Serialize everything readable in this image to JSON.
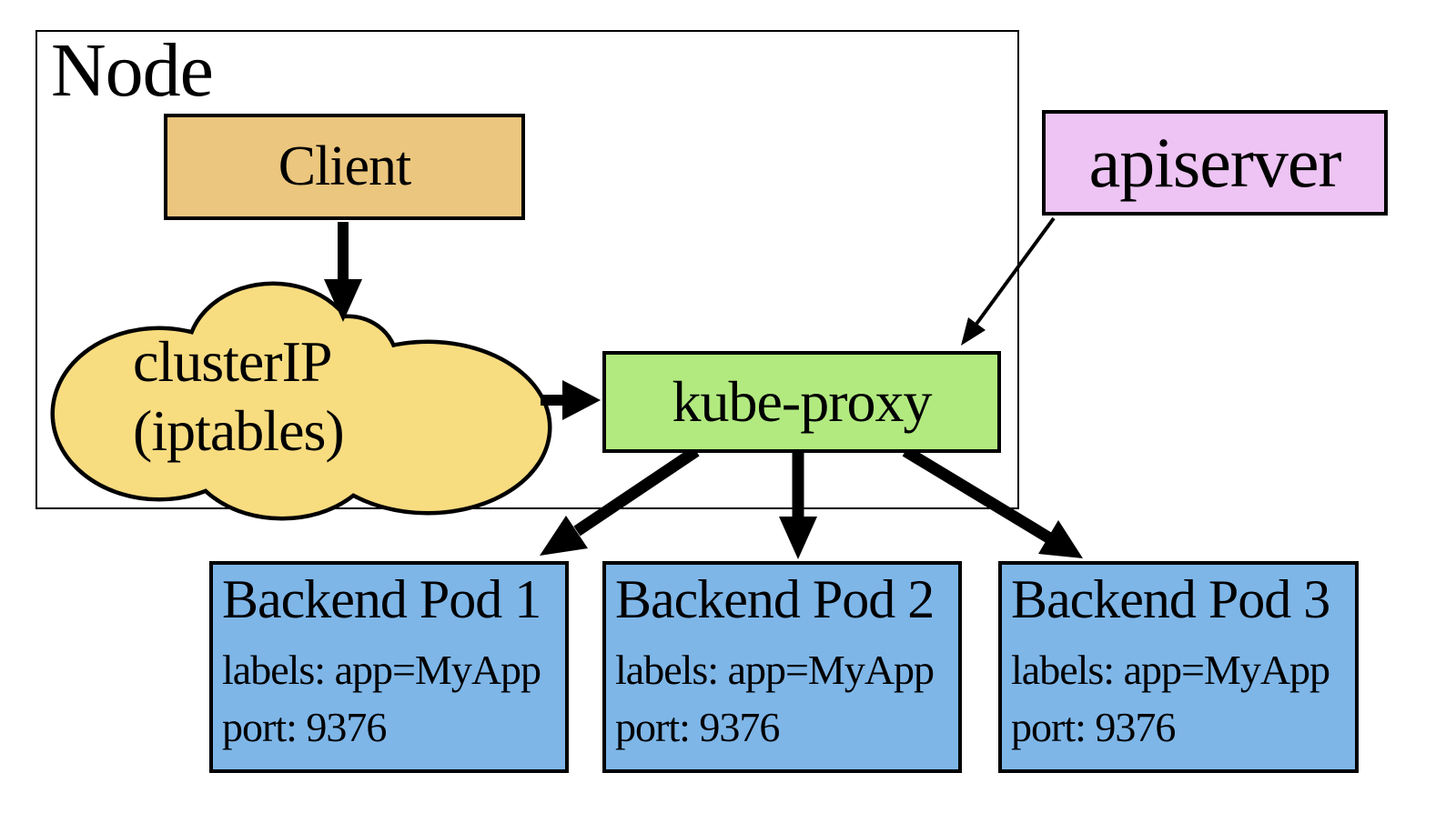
{
  "node": {
    "label": "Node"
  },
  "client": {
    "label": "Client"
  },
  "cluster_ip": {
    "line1": "clusterIP",
    "line2": "(iptables)"
  },
  "kube_proxy": {
    "label": "kube-proxy"
  },
  "apiserver": {
    "label": "apiserver"
  },
  "pods": [
    {
      "title": "Backend Pod 1",
      "labels": "labels: app=MyApp",
      "port": "port: 9376"
    },
    {
      "title": "Backend Pod 2",
      "labels": "labels: app=MyApp",
      "port": "port: 9376"
    },
    {
      "title": "Backend Pod 3",
      "labels": "labels: app=MyApp",
      "port": "port: 9376"
    }
  ],
  "colors": {
    "client_fill": "#ebc67e",
    "cluster_ip_fill": "#f8dc80",
    "kube_proxy_fill": "#b2ea80",
    "apiserver_fill": "#edc4f3",
    "pod_fill": "#7eb6e8",
    "stroke": "#000000",
    "background": "#ffffff"
  },
  "arrows": [
    {
      "from": "client",
      "to": "cluster_ip",
      "style": "thick"
    },
    {
      "from": "cluster_ip",
      "to": "kube_proxy",
      "style": "thick"
    },
    {
      "from": "apiserver",
      "to": "kube_proxy",
      "style": "thin"
    },
    {
      "from": "kube_proxy",
      "to": "pod_1",
      "style": "thick"
    },
    {
      "from": "kube_proxy",
      "to": "pod_2",
      "style": "thick"
    },
    {
      "from": "kube_proxy",
      "to": "pod_3",
      "style": "thick"
    }
  ]
}
